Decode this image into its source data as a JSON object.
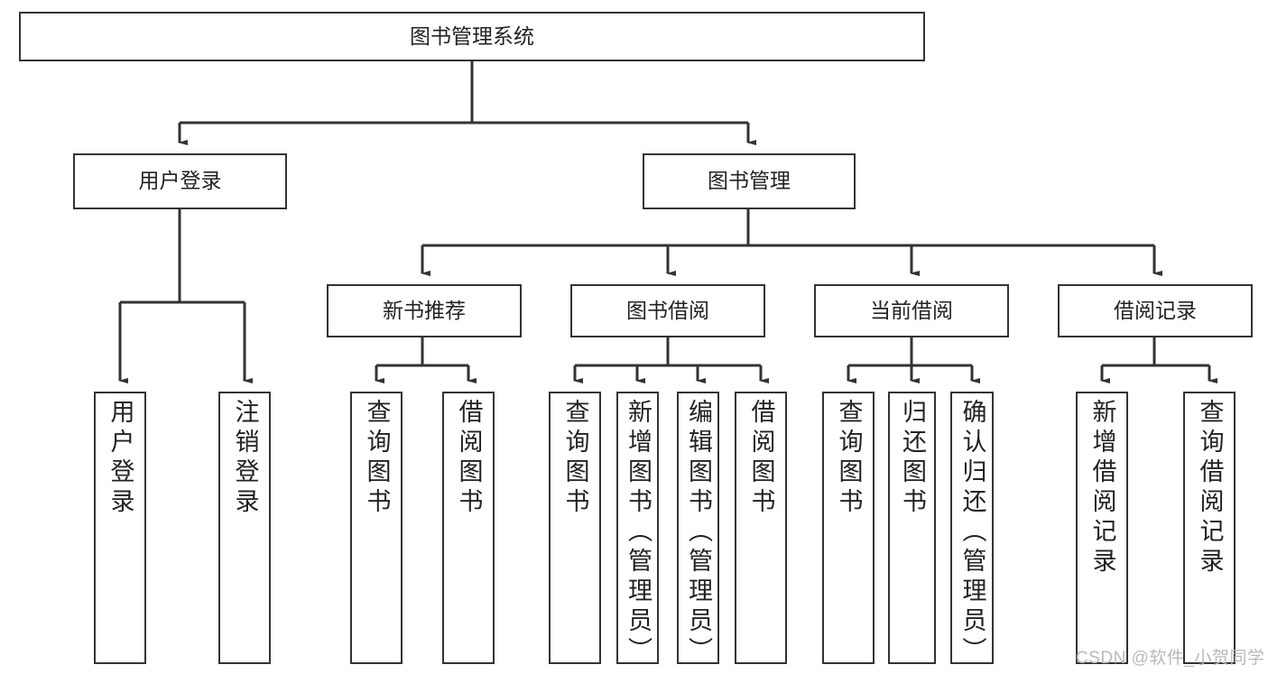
{
  "diagram": {
    "type": "hierarchy-tree",
    "root": {
      "id": "root",
      "label": "图书管理系统"
    },
    "level2": [
      {
        "id": "user-login",
        "label": "用户登录"
      },
      {
        "id": "book-management",
        "label": "图书管理"
      }
    ],
    "level3": [
      {
        "id": "new-book-recommend",
        "label": "新书推荐",
        "parent": "book-management"
      },
      {
        "id": "book-borrow",
        "label": "图书借阅",
        "parent": "book-management"
      },
      {
        "id": "current-borrow",
        "label": "当前借阅",
        "parent": "book-management"
      },
      {
        "id": "borrow-record",
        "label": "借阅记录",
        "parent": "book-management"
      }
    ],
    "leaves": [
      {
        "id": "leaf-user-login",
        "label": "用户登录",
        "parent": "user-login"
      },
      {
        "id": "leaf-logout",
        "label": "注销登录",
        "parent": "user-login"
      },
      {
        "id": "leaf-query-book-1",
        "label": "查询图书",
        "parent": "new-book-recommend"
      },
      {
        "id": "leaf-borrow-book-1",
        "label": "借阅图书",
        "parent": "new-book-recommend"
      },
      {
        "id": "leaf-query-book-2",
        "label": "查询图书",
        "parent": "book-borrow"
      },
      {
        "id": "leaf-add-book",
        "label": "新增图书（管理员）",
        "parent": "book-borrow"
      },
      {
        "id": "leaf-edit-book",
        "label": "编辑图书（管理员）",
        "parent": "book-borrow"
      },
      {
        "id": "leaf-borrow-book-2",
        "label": "借阅图书",
        "parent": "book-borrow"
      },
      {
        "id": "leaf-query-book-3",
        "label": "查询图书",
        "parent": "current-borrow"
      },
      {
        "id": "leaf-return-book",
        "label": "归还图书",
        "parent": "current-borrow"
      },
      {
        "id": "leaf-confirm-return",
        "label": "确认归还（管理员）",
        "parent": "current-borrow"
      },
      {
        "id": "leaf-add-record",
        "label": "新增借阅记录",
        "parent": "borrow-record"
      },
      {
        "id": "leaf-query-record",
        "label": "查询借阅记录",
        "parent": "borrow-record"
      }
    ]
  },
  "watermark": {
    "text": "CSDN @软件_小贺同学"
  },
  "colors": {
    "border": "#333333",
    "background": "#ffffff",
    "text": "#222222",
    "watermark": "#b9b9b9"
  }
}
